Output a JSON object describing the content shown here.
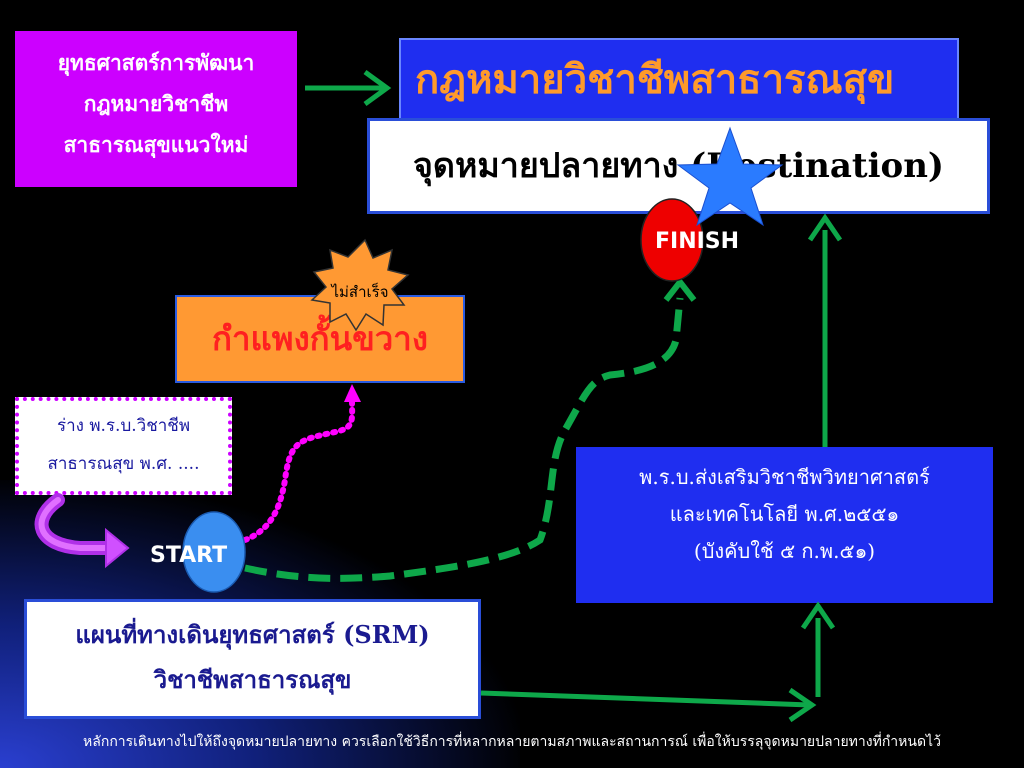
{
  "strategy_box": {
    "line1": "ยุทธศาสตร์การพัฒนา",
    "line2": "กฎหมายวิชาชีพ",
    "line3": "สาธารณสุขแนวใหม่"
  },
  "goal_title": "กฎหมายวิชาชีพสาธารณสุข",
  "destination_title": "จุดหมายปลายทาง (Destination)",
  "finish_label": "FINISH",
  "start_label": "START",
  "failure_burst": "ไม่สำเร็จ",
  "barrier_title": "กำแพงกั้นขวาง",
  "draft_box": {
    "line1": "ร่าง พ.ร.บ.วิชาชีพ",
    "line2": "สาธารณสุข พ.ศ. ...."
  },
  "act_box": {
    "line1": "พ.ร.บ.ส่งเสริมวิชาชีพวิทยาศาสตร์",
    "line2": "และเทคโนโลยี พ.ศ.๒๕๕๑",
    "line3": "(บังคับใช้ ๕ ก.พ.๕๑)"
  },
  "srm_box": {
    "line1": "แผนที่ทางเดินยุทธศาสตร์ (SRM)",
    "line2": "วิชาชีพสาธารณสุข"
  },
  "footer_text": "หลักการเดินทางไปให้ถึงจุดหมายปลายทาง ควรเลือกใช้วิธีการที่หลากหลายตามสภาพและสถานการณ์ เพื่อให้บรรลุจุดหมายปลายทางที่กำหนดไว้",
  "colors": {
    "arrow_green": "#0ea84a",
    "dotted_magenta": "#ff00ff",
    "star_blue": "#2a7bff",
    "finish_red": "#ee0000",
    "start_blue": "#3a8ef0"
  }
}
